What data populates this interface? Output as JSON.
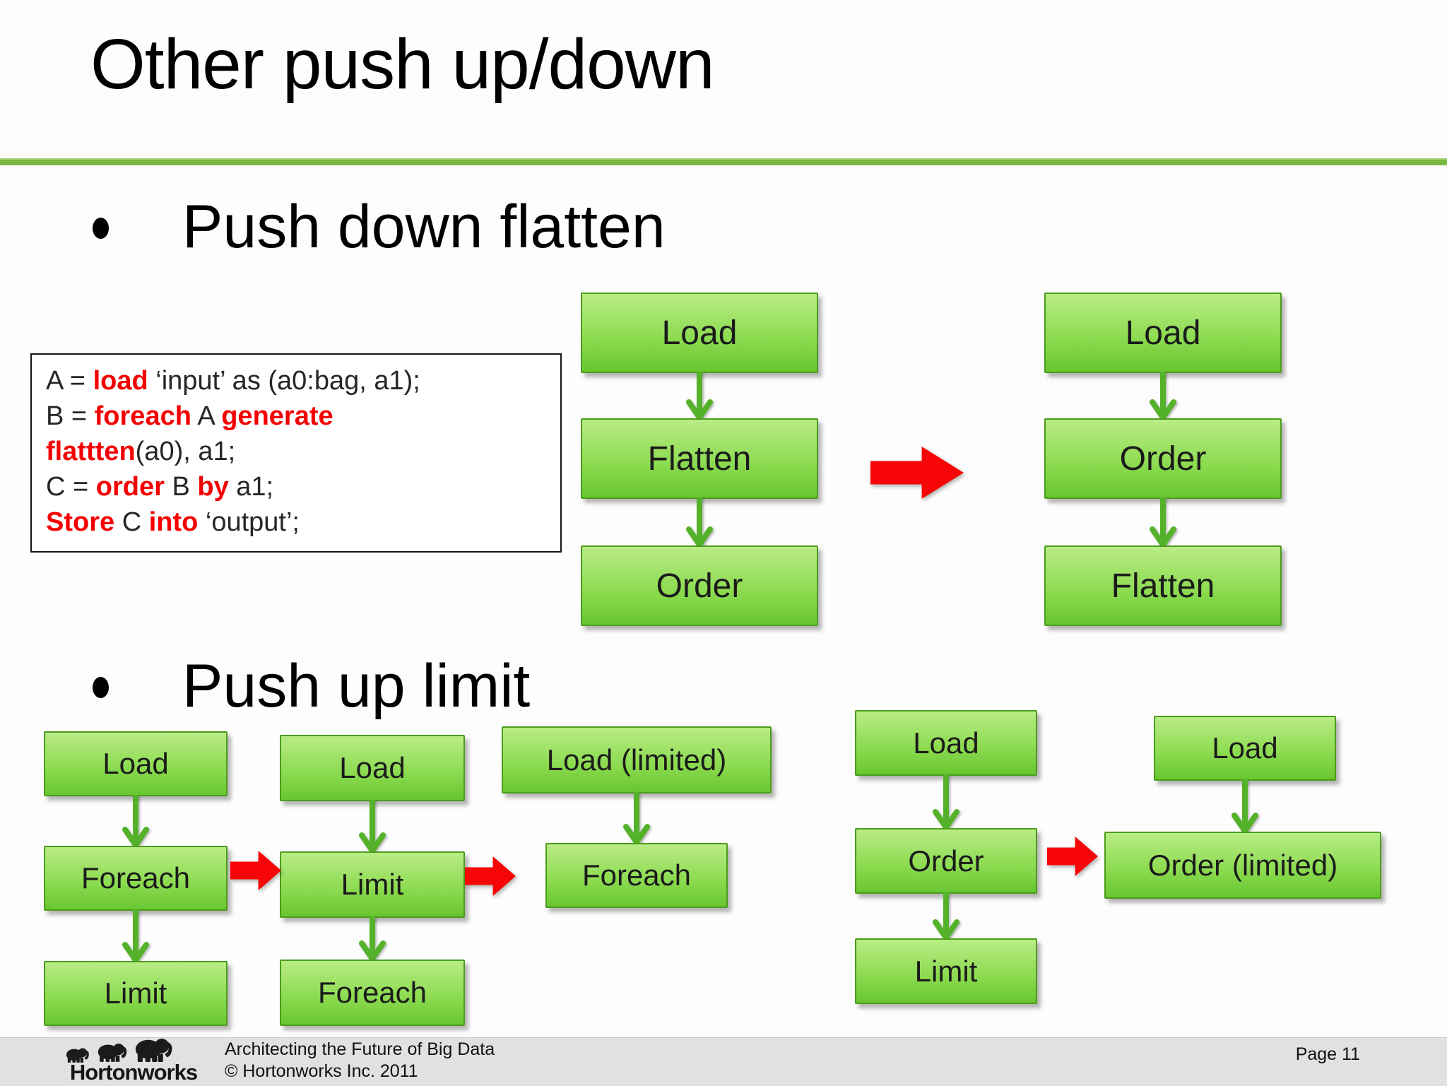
{
  "slide": {
    "title": "Other push up/down",
    "bullet1": "Push down flatten",
    "bullet2": "Push up limit"
  },
  "code": {
    "lines": [
      [
        {
          "t": "A = "
        },
        {
          "t": "load",
          "red": true
        },
        {
          "t": " ‘input’ as (a0:bag, a1);"
        }
      ],
      [
        {
          "t": "B = "
        },
        {
          "t": "foreach",
          "red": true
        },
        {
          "t": " A "
        },
        {
          "t": "generate",
          "red": true
        }
      ],
      [
        {
          "t": "flattten",
          "red": true
        },
        {
          "t": "(a0), a1;"
        }
      ],
      [
        {
          "t": "C = "
        },
        {
          "t": "order",
          "red": true
        },
        {
          "t": " B "
        },
        {
          "t": "by",
          "red": true
        },
        {
          "t": " a1;"
        }
      ],
      [
        {
          "t": "Store",
          "red": true
        },
        {
          "t": " C "
        },
        {
          "t": "into",
          "red": true
        },
        {
          "t": " ‘output’;"
        }
      ]
    ]
  },
  "diagrams": {
    "push_down_before": [
      "Load",
      "Flatten",
      "Order"
    ],
    "push_down_after": [
      "Load",
      "Order",
      "Flatten"
    ],
    "limit_col1": [
      "Load",
      "Foreach",
      "Limit"
    ],
    "limit_col2": [
      "Load",
      "Limit",
      "Foreach"
    ],
    "limit_col3": [
      "Load (limited)",
      "Foreach"
    ],
    "limit_col4": [
      "Load",
      "Order",
      "Limit"
    ],
    "limit_col5": [
      "Load",
      "Order (limited)"
    ]
  },
  "colors": {
    "rule_green": "#79b841",
    "box_top": "#b9ec86",
    "box_mid": "#8edc52",
    "box_bottom": "#68c630",
    "box_border": "#4c9c1c",
    "arrow_green": "#54b22a",
    "arrow_red": "#f60606",
    "code_red": "#f40000",
    "footer_bg": "#e1e1e2"
  },
  "footer": {
    "logo": "Hortonworks",
    "tagline": "Architecting the Future of Big Data",
    "copyright": "© Hortonworks Inc. 2011",
    "page": "Page 11"
  }
}
